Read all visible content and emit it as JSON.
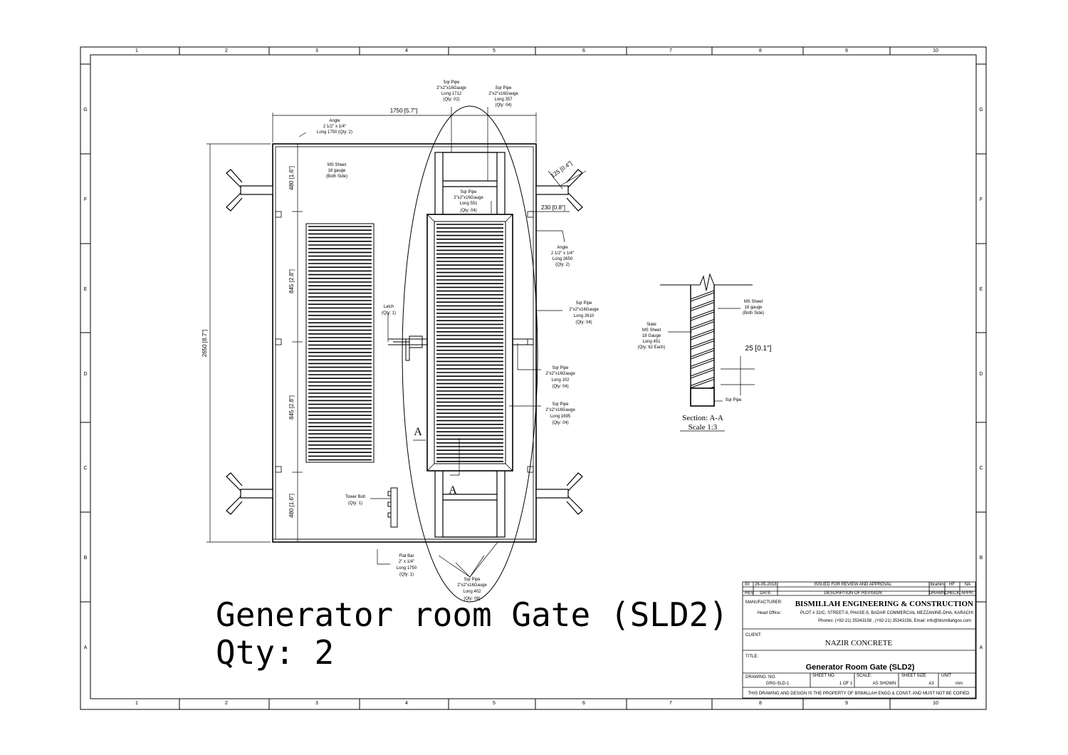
{
  "grid": {
    "columns": [
      "1",
      "2",
      "3",
      "4",
      "5",
      "6",
      "7",
      "8",
      "9",
      "10"
    ],
    "rows": [
      "G",
      "F",
      "E",
      "D",
      "C",
      "B",
      "A"
    ]
  },
  "drawing": {
    "big_title_line1": "Generator room Gate (SLD2)",
    "big_title_line2": "Qty: 2"
  },
  "callouts": {
    "top_width_dim": "1750 [5.7\"]",
    "angle_top": [
      "Angle",
      "2 1/2\" x 1/4\"",
      "Long 1750 (Qty: 2)"
    ],
    "ms_sheet": [
      "MS Sheet",
      "18 gauge",
      "(Both Side)"
    ],
    "pipe_1712": [
      "Sqr Pipe",
      "2\"x2\"x16Gauge",
      "Long 1712",
      "(Qty: 02)"
    ],
    "pipe_357": [
      "Sqr Pipe",
      "2\"x2\"x16Gauge",
      "Long 357",
      "(Qty: 04)"
    ],
    "pipe_551": [
      "Sqr Pipe",
      "2\"x2\"x16Gauge",
      "Long 551",
      "(Qty: 04)"
    ],
    "dim_125": "125 [0.4\"]",
    "dim_230": "230 [0.8\"]",
    "angle_side": [
      "Angle",
      "2 1/2\" x 1/4\"",
      "Long 2650",
      "(Qty: 2)"
    ],
    "pipe_2610": [
      "Sqr Pipe",
      "2\"x2\"x16Gauge",
      "Long 2610",
      "(Qty: 04)"
    ],
    "latch": [
      "Latch",
      "(Qty: 1)"
    ],
    "pipe_102": [
      "Sqr Pipe",
      "2\"x2\"x16Gauge",
      "Long 102",
      "(Qty: 04)"
    ],
    "pipe_1695": [
      "Sqr Pipe",
      "2\"x2\"x16Gauge",
      "Long 1695",
      "(Qty: 04)"
    ],
    "tower_bolt": [
      "Tower Bolt",
      "(Qty: 1)"
    ],
    "flat_bar": [
      "Flat Bar",
      "2\" x 1/4\"",
      "Long 1750",
      "(Qty: 1)"
    ],
    "pipe_402": [
      "Sqr Pipe",
      "2\"x2\"x16Gauge",
      "Long 402",
      "(Qty: 08)"
    ],
    "dim_total_height": "2650 [8.7\"]",
    "dim_480_top": "480 [1.6\"]",
    "dim_845_a": "845 [2.8\"]",
    "dim_845_b": "845 [2.8\"]",
    "dim_480_bottom": "480 [1.6\"]",
    "section_marker": "A"
  },
  "section": {
    "ms_sheet": [
      "MS Sheet",
      "18 gauge",
      "(Both Side)"
    ],
    "slate": [
      "Slate",
      "MS Sheet",
      "18 Gauge",
      "Long 451",
      "(Qty: 62 Each)"
    ],
    "dim_25": "25 [0.1\"]",
    "sqr_pipe": "Sqr Pipe",
    "title": "Section: A-A",
    "scale": "Scale 1:3"
  },
  "title_block": {
    "rev_no": "00",
    "rev_date": "26-05-2018",
    "rev_desc": "ISSUED FOR REVIEW AND APPROVAL",
    "rev_drawn": "Ibrahim",
    "rev_check": "HF",
    "rev_appr": "NA",
    "hdr_rev": "REV",
    "hdr_date": "DATE",
    "hdr_desc": "DESCRIPTION OF REVISION",
    "hdr_drawn": "DRAWN",
    "hdr_check": "CHECK",
    "hdr_appr": "APPR.",
    "manufacturer_label": "MANUFACTURER:",
    "manufacturer": "BISMILLAH ENGINEERING & CONSTRUCTION",
    "head_office_label": "Head Office:",
    "head_office": "PLOT # 32/C, STREET-9, PHASE-5, BADAR COMMERCIAL MEZZANINE-DHA, KARACHI",
    "phones": "Phones: (+92-21) 35343158 , (+92-21) 35343156, Email: info@bismillahgoo.com",
    "client_label": "CLIENT:",
    "client": "NAZIR CONCRETE",
    "title_label": "TITLE:",
    "title": "Generator Room Gate (SLD2)",
    "drawing_no_label": "DRAWING. NO.",
    "drawing_no": "GRG-SLD-1",
    "sheet_no_label": "SHEET NO.",
    "sheet_no": "1 OF 1",
    "scale_label": "SCALE:",
    "scale": "AS SHOWN",
    "sheet_size_label": "SHEET SIZE",
    "sheet_size": "A3",
    "unit_label": "UNIT",
    "unit": "mm",
    "footer": "THIS DRAWING AND DESIGN IS THE PROPERTY OF BISMILLAH ENGG & CONST. AND MUST NOT BE COPIED"
  }
}
